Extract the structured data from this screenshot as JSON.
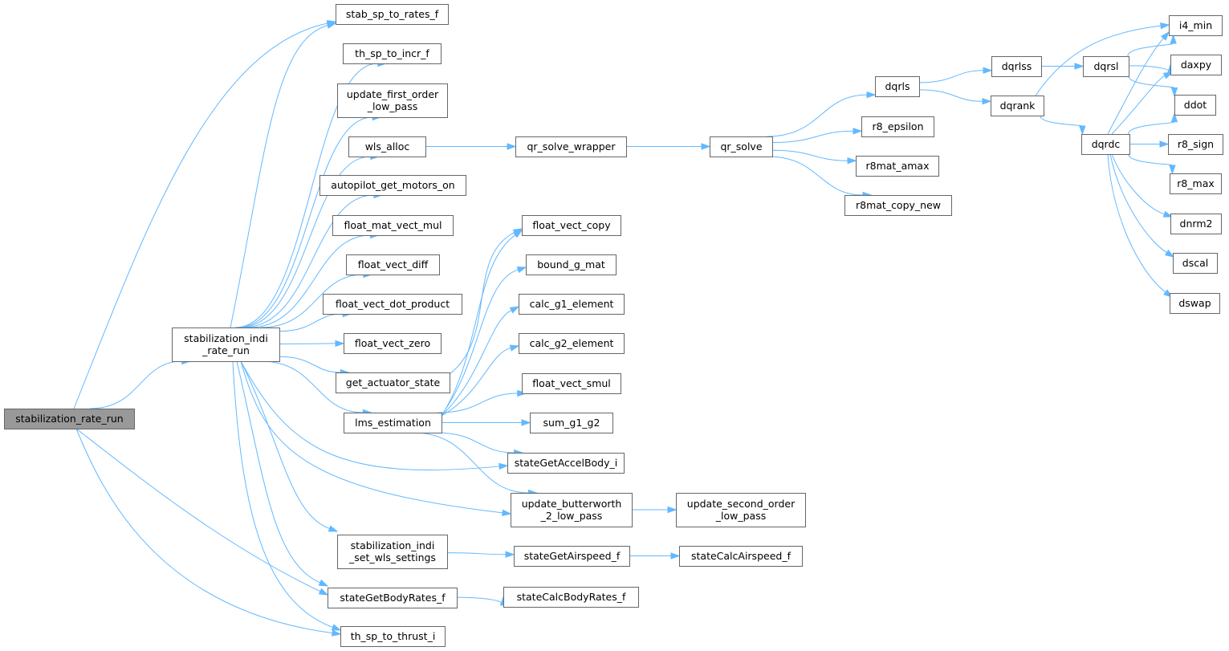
{
  "graph": {
    "edge_color": "#63b8ff",
    "node_border": "#666666",
    "root_fill": "#999999",
    "nodes": [
      {
        "id": "root",
        "lines": [
          "stabilization_rate_run"
        ],
        "root": true
      },
      {
        "id": "indi_rate_run",
        "lines": [
          "stabilization_indi",
          "_rate_run"
        ]
      },
      {
        "id": "stab_sp_to_rates_f",
        "lines": [
          "stab_sp_to_rates_f"
        ]
      },
      {
        "id": "th_sp_to_incr_f",
        "lines": [
          "th_sp_to_incr_f"
        ]
      },
      {
        "id": "update_first_order_low_pass",
        "lines": [
          "update_first_order",
          "_low_pass"
        ]
      },
      {
        "id": "wls_alloc",
        "lines": [
          "wls_alloc"
        ]
      },
      {
        "id": "autopilot_get_motors_on",
        "lines": [
          "autopilot_get_motors_on"
        ]
      },
      {
        "id": "float_mat_vect_mul",
        "lines": [
          "float_mat_vect_mul"
        ]
      },
      {
        "id": "float_vect_diff",
        "lines": [
          "float_vect_diff"
        ]
      },
      {
        "id": "float_vect_dot_product",
        "lines": [
          "float_vect_dot_product"
        ]
      },
      {
        "id": "float_vect_zero",
        "lines": [
          "float_vect_zero"
        ]
      },
      {
        "id": "get_actuator_state",
        "lines": [
          "get_actuator_state"
        ]
      },
      {
        "id": "lms_estimation",
        "lines": [
          "lms_estimation"
        ]
      },
      {
        "id": "indi_set_wls_settings",
        "lines": [
          "stabilization_indi",
          "_set_wls_settings"
        ]
      },
      {
        "id": "stateGetBodyRates_f",
        "lines": [
          "stateGetBodyRates_f"
        ]
      },
      {
        "id": "th_sp_to_thrust_i",
        "lines": [
          "th_sp_to_thrust_i"
        ]
      },
      {
        "id": "qr_solve_wrapper",
        "lines": [
          "qr_solve_wrapper"
        ]
      },
      {
        "id": "float_vect_copy",
        "lines": [
          "float_vect_copy"
        ]
      },
      {
        "id": "bound_g_mat",
        "lines": [
          "bound_g_mat"
        ]
      },
      {
        "id": "calc_g1_element",
        "lines": [
          "calc_g1_element"
        ]
      },
      {
        "id": "calc_g2_element",
        "lines": [
          "calc_g2_element"
        ]
      },
      {
        "id": "float_vect_smul",
        "lines": [
          "float_vect_smul"
        ]
      },
      {
        "id": "sum_g1_g2",
        "lines": [
          "sum_g1_g2"
        ]
      },
      {
        "id": "stateGetAccelBody_i",
        "lines": [
          "stateGetAccelBody_i"
        ]
      },
      {
        "id": "update_butterworth_2_low_pass",
        "lines": [
          "update_butterworth",
          "_2_low_pass"
        ]
      },
      {
        "id": "stateGetAirspeed_f",
        "lines": [
          "stateGetAirspeed_f"
        ]
      },
      {
        "id": "stateCalcBodyRates_f",
        "lines": [
          "stateCalcBodyRates_f"
        ]
      },
      {
        "id": "qr_solve",
        "lines": [
          "qr_solve"
        ]
      },
      {
        "id": "update_second_order_low_pass",
        "lines": [
          "update_second_order",
          "_low_pass"
        ]
      },
      {
        "id": "stateCalcAirspeed_f",
        "lines": [
          "stateCalcAirspeed_f"
        ]
      },
      {
        "id": "dqrls",
        "lines": [
          "dqrls"
        ]
      },
      {
        "id": "r8_epsilon",
        "lines": [
          "r8_epsilon"
        ]
      },
      {
        "id": "r8mat_amax",
        "lines": [
          "r8mat_amax"
        ]
      },
      {
        "id": "r8mat_copy_new",
        "lines": [
          "r8mat_copy_new"
        ]
      },
      {
        "id": "dqrlss",
        "lines": [
          "dqrlss"
        ]
      },
      {
        "id": "dqrank",
        "lines": [
          "dqrank"
        ]
      },
      {
        "id": "dqrsl",
        "lines": [
          "dqrsl"
        ]
      },
      {
        "id": "dqrdc",
        "lines": [
          "dqrdc"
        ]
      },
      {
        "id": "i4_min",
        "lines": [
          "i4_min"
        ]
      },
      {
        "id": "daxpy",
        "lines": [
          "daxpy"
        ]
      },
      {
        "id": "ddot",
        "lines": [
          "ddot"
        ]
      },
      {
        "id": "r8_sign",
        "lines": [
          "r8_sign"
        ]
      },
      {
        "id": "r8_max",
        "lines": [
          "r8_max"
        ]
      },
      {
        "id": "dnrm2",
        "lines": [
          "dnrm2"
        ]
      },
      {
        "id": "dscal",
        "lines": [
          "dscal"
        ]
      },
      {
        "id": "dswap",
        "lines": [
          "dswap"
        ]
      }
    ],
    "edges": [
      [
        "root",
        "indi_rate_run"
      ],
      [
        "root",
        "stab_sp_to_rates_f"
      ],
      [
        "root",
        "stateGetBodyRates_f"
      ],
      [
        "root",
        "th_sp_to_thrust_i"
      ],
      [
        "indi_rate_run",
        "stab_sp_to_rates_f"
      ],
      [
        "indi_rate_run",
        "th_sp_to_incr_f"
      ],
      [
        "indi_rate_run",
        "update_first_order_low_pass"
      ],
      [
        "indi_rate_run",
        "wls_alloc"
      ],
      [
        "indi_rate_run",
        "autopilot_get_motors_on"
      ],
      [
        "indi_rate_run",
        "float_mat_vect_mul"
      ],
      [
        "indi_rate_run",
        "float_vect_diff"
      ],
      [
        "indi_rate_run",
        "float_vect_dot_product"
      ],
      [
        "indi_rate_run",
        "float_vect_zero"
      ],
      [
        "indi_rate_run",
        "get_actuator_state"
      ],
      [
        "indi_rate_run",
        "lms_estimation"
      ],
      [
        "indi_rate_run",
        "stateGetAccelBody_i"
      ],
      [
        "indi_rate_run",
        "update_butterworth_2_low_pass"
      ],
      [
        "indi_rate_run",
        "indi_set_wls_settings"
      ],
      [
        "indi_rate_run",
        "stateGetBodyRates_f"
      ],
      [
        "indi_rate_run",
        "th_sp_to_thrust_i"
      ],
      [
        "wls_alloc",
        "qr_solve_wrapper"
      ],
      [
        "qr_solve_wrapper",
        "qr_solve"
      ],
      [
        "qr_solve",
        "dqrls"
      ],
      [
        "qr_solve",
        "r8_epsilon"
      ],
      [
        "qr_solve",
        "r8mat_amax"
      ],
      [
        "qr_solve",
        "r8mat_copy_new"
      ],
      [
        "dqrls",
        "dqrlss"
      ],
      [
        "dqrls",
        "dqrank"
      ],
      [
        "dqrlss",
        "dqrsl"
      ],
      [
        "dqrank",
        "i4_min"
      ],
      [
        "dqrank",
        "dqrdc"
      ],
      [
        "dqrsl",
        "i4_min"
      ],
      [
        "dqrsl",
        "daxpy"
      ],
      [
        "dqrsl",
        "ddot"
      ],
      [
        "dqrdc",
        "i4_min"
      ],
      [
        "dqrdc",
        "daxpy"
      ],
      [
        "dqrdc",
        "ddot"
      ],
      [
        "dqrdc",
        "r8_sign"
      ],
      [
        "dqrdc",
        "r8_max"
      ],
      [
        "dqrdc",
        "dnrm2"
      ],
      [
        "dqrdc",
        "dscal"
      ],
      [
        "dqrdc",
        "dswap"
      ],
      [
        "get_actuator_state",
        "float_vect_copy"
      ],
      [
        "lms_estimation",
        "float_vect_copy"
      ],
      [
        "lms_estimation",
        "bound_g_mat"
      ],
      [
        "lms_estimation",
        "calc_g1_element"
      ],
      [
        "lms_estimation",
        "calc_g2_element"
      ],
      [
        "lms_estimation",
        "float_vect_smul"
      ],
      [
        "lms_estimation",
        "sum_g1_g2"
      ],
      [
        "lms_estimation",
        "stateGetAccelBody_i"
      ],
      [
        "lms_estimation",
        "update_butterworth_2_low_pass"
      ],
      [
        "update_butterworth_2_low_pass",
        "update_second_order_low_pass"
      ],
      [
        "indi_set_wls_settings",
        "stateGetAirspeed_f"
      ],
      [
        "stateGetAirspeed_f",
        "stateCalcAirspeed_f"
      ],
      [
        "stateGetBodyRates_f",
        "stateCalcBodyRates_f"
      ]
    ]
  }
}
